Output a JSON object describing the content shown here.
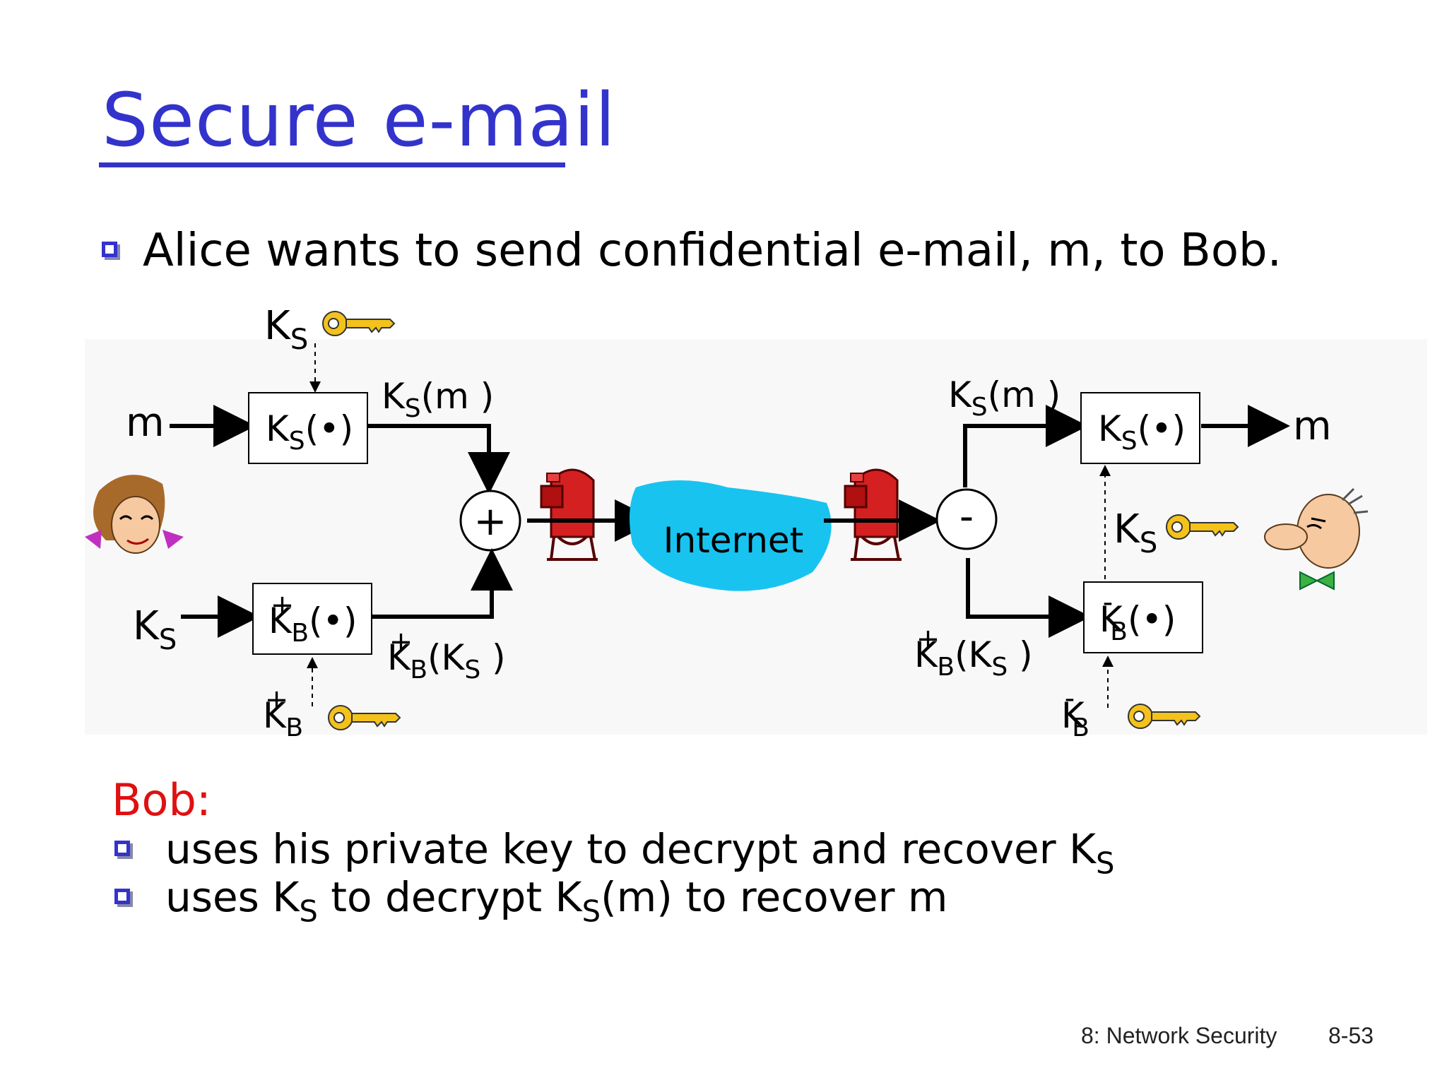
{
  "slide": {
    "title": "Secure e-mail",
    "intro": "Alice wants to send confidential e-mail, m, to Bob.",
    "bob_heading": "Bob:",
    "bullets": [
      {
        "pre": "uses his private key to decrypt and recover K",
        "sub": "S",
        "post": ""
      },
      {
        "pre": "uses K",
        "sub": "S",
        "mid": " to decrypt K",
        "sub2": "S",
        "post": "(m) to recover m"
      }
    ],
    "footer_left": "8: Network Security",
    "footer_right": "8-53"
  },
  "diagram": {
    "message": "m",
    "ks_encrypt_box": "K(•)",
    "ks_sub": "S",
    "kb_plus_box": "K(•)",
    "kb_sub": "B",
    "plus_sup": "+",
    "minus_sup": "-",
    "ks_of_m": "(m )",
    "kb_of_ks": "(K",
    "kb_of_ks_close": " )",
    "combine_op": "+",
    "split_op": "-",
    "network_label": "Internet",
    "key_letter": "K",
    "colors": {
      "network_cloud": "#19c3f0",
      "title": "#3333cc",
      "bob_heading": "#e01010",
      "mailbox": "#d42020",
      "key": "#f3c21b"
    },
    "icons": [
      "key-icon",
      "mailbox-icon",
      "alice-icon",
      "bob-icon"
    ]
  }
}
